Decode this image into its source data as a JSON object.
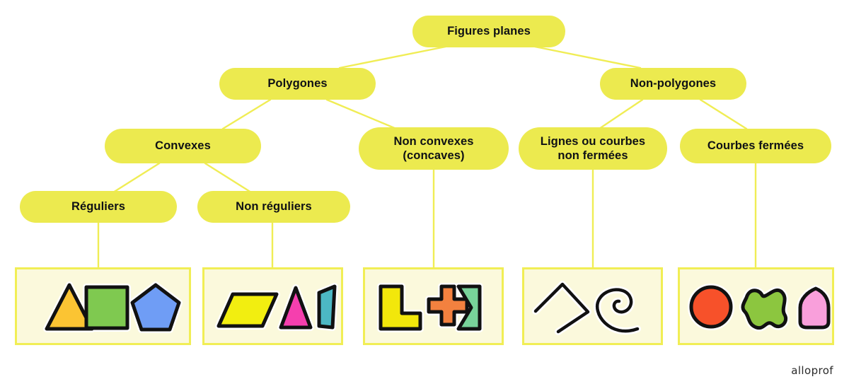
{
  "diagram": {
    "title": "Figures planes",
    "palette": {
      "node_fill": "#ecea4f",
      "connector": "#f0ed55",
      "box_fill": "#fbf9dc",
      "box_border": "#f1ee55",
      "text": "#0f1115",
      "outline": "#111111",
      "halo": "#ffffff"
    },
    "nodes": [
      {
        "id": "figures-planes",
        "label": "Figures planes"
      },
      {
        "id": "polygones",
        "label": "Polygones"
      },
      {
        "id": "non-polygones",
        "label": "Non-polygones"
      },
      {
        "id": "convexes",
        "label": "Convexes"
      },
      {
        "id": "non-convexes",
        "label_line1": "Non convexes",
        "label_line2": "(concaves)"
      },
      {
        "id": "lignes-courbes-non-fermees",
        "label_line1": "Lignes ou courbes",
        "label_line2": "non fermées"
      },
      {
        "id": "courbes-fermees",
        "label": "Courbes fermées"
      },
      {
        "id": "reguliers",
        "label": "Réguliers"
      },
      {
        "id": "non-reguliers",
        "label": "Non réguliers"
      }
    ],
    "boxes": [
      {
        "id": "reguliers-examples",
        "parent": "reguliers",
        "shapes": [
          {
            "name": "triangle-equilateral",
            "fill": "#fbc433"
          },
          {
            "name": "square",
            "fill": "#7fc950"
          },
          {
            "name": "pentagon",
            "fill": "#6f9df5"
          }
        ]
      },
      {
        "id": "non-reguliers-examples",
        "parent": "non-reguliers",
        "shapes": [
          {
            "name": "parallelogram",
            "fill": "#f2ee10"
          },
          {
            "name": "isosceles-triangle",
            "fill": "#f53fae"
          },
          {
            "name": "irregular-quadrilateral",
            "fill": "#4cb8c4"
          }
        ]
      },
      {
        "id": "non-convexes-examples",
        "parent": "non-convexes",
        "shapes": [
          {
            "name": "l-shape",
            "fill": "#f2e70b"
          },
          {
            "name": "cross-shape",
            "fill": "#f3813f"
          },
          {
            "name": "dart-shape",
            "fill": "#78d39a"
          }
        ]
      },
      {
        "id": "lignes-non-fermees-examples",
        "parent": "lignes-courbes-non-fermees",
        "shapes": [
          {
            "name": "open-polyline",
            "fill": "none"
          },
          {
            "name": "spiral",
            "fill": "none"
          }
        ]
      },
      {
        "id": "courbes-fermees-examples",
        "parent": "courbes-fermees",
        "shapes": [
          {
            "name": "circle",
            "fill": "#f7512a"
          },
          {
            "name": "blob",
            "fill": "#8cc63f"
          },
          {
            "name": "rounded-polygon",
            "fill": "#f99fdb"
          }
        ]
      }
    ],
    "edges": [
      {
        "from": "figures-planes",
        "to": "polygones"
      },
      {
        "from": "figures-planes",
        "to": "non-polygones"
      },
      {
        "from": "polygones",
        "to": "convexes"
      },
      {
        "from": "polygones",
        "to": "non-convexes"
      },
      {
        "from": "non-polygones",
        "to": "lignes-courbes-non-fermees"
      },
      {
        "from": "non-polygones",
        "to": "courbes-fermees"
      },
      {
        "from": "convexes",
        "to": "reguliers"
      },
      {
        "from": "convexes",
        "to": "non-reguliers"
      },
      {
        "from": "reguliers",
        "to": "reguliers-examples"
      },
      {
        "from": "non-reguliers",
        "to": "non-reguliers-examples"
      },
      {
        "from": "non-convexes",
        "to": "non-convexes-examples"
      },
      {
        "from": "lignes-courbes-non-fermees",
        "to": "lignes-non-fermees-examples"
      },
      {
        "from": "courbes-fermees",
        "to": "courbes-fermees-examples"
      }
    ],
    "logo": "alloprof"
  }
}
